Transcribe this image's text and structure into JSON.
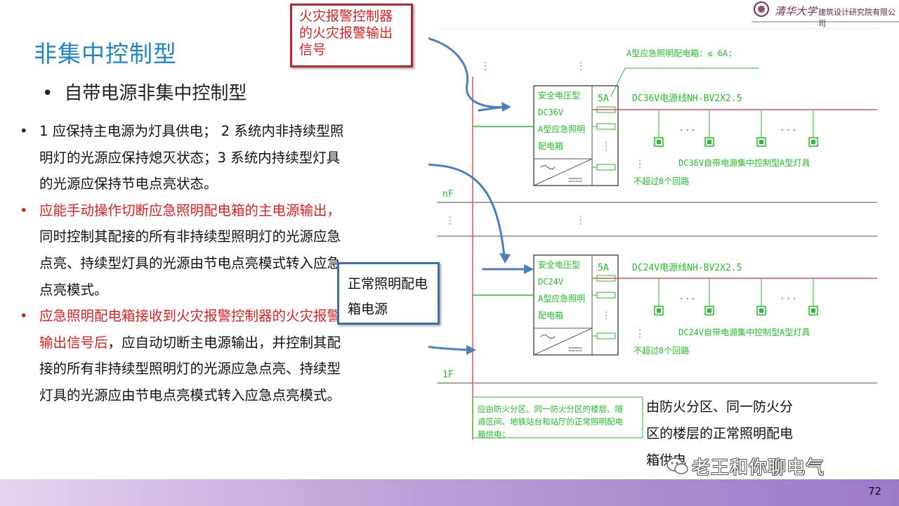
{
  "slide": {
    "title": "非集中控制型",
    "subtitle_bullet": "•",
    "subtitle": "自带电源非集中控制型",
    "page_number": "72"
  },
  "bullets": [
    {
      "marker": "•",
      "color": "black",
      "parts": [
        {
          "text": "1 应保持主电源为灯具供电； 2 系统内非持续型照明灯的光源应保持熄灭状态；3 系统内持续型灯具的光源应保持节电点亮状态。",
          "red": false
        }
      ]
    },
    {
      "marker": "•",
      "color": "red",
      "parts": [
        {
          "text": "应能手动操作切断应急照明配电箱的主电源输出，",
          "red": true
        },
        {
          "text": "同时控制其配接的所有非持续型照明灯的光源应急点亮、持续型灯具的光源由节电点亮模式转入应急点亮模式。",
          "red": false
        }
      ]
    },
    {
      "marker": "•",
      "color": "red",
      "parts": [
        {
          "text": "应急照明配电箱接收到火灾报警控制器的火灾报警输出信号后",
          "red": true
        },
        {
          "text": "，应自动切断主电源输出，并控制其配接的所有非持续型照明灯的光源应急点亮、持续型灯具的光源应由节电点亮模式转入应急点亮模式。",
          "red": false
        }
      ]
    }
  ],
  "callouts": {
    "fire_alarm": "火灾报警控制器的火灾报警输出信号",
    "normal_power": "正常照明配电箱电源",
    "supply_note": "由防火分区、同一防火分区的楼层的正常照明配电箱供电"
  },
  "diagram": {
    "top_note": "A型应急照明配电箱：≤ 6A;",
    "floor_labels": [
      "nF",
      "1F"
    ],
    "boxes": [
      {
        "lines": [
          "安全电压型",
          "DC36V",
          "A型应急照明",
          "配电箱"
        ],
        "breaker": "5A",
        "cable": "DC36V电源线NH-BV2X2.5",
        "lamp_note": "DC36V自带电源集中控制型A型灯具",
        "circuits": "不超过8个回路"
      },
      {
        "lines": [
          "安全电压型",
          "DC24V",
          "A型应急照明",
          "配电箱"
        ],
        "breaker": "5A",
        "cable": "DC24V电源线NH-BV2X2.5",
        "lamp_note": "DC24V自带电源集中控制型A型灯具",
        "circuits": "不超过8个回路"
      }
    ],
    "bottom_note_lines": [
      "应由防火分区、同一防火分区的楼层、隧",
      "道区间、地铁站台和站厅的正常照明配电",
      "箱供电；"
    ],
    "ellipsis": "...",
    "vdots": "⋮"
  },
  "branding": {
    "logo_text": "清华大学",
    "institute": "建筑设计研究院有限公司",
    "watermark": "老王和你聊电气"
  },
  "colors": {
    "title": "#1f86c8",
    "red_text": "#e02020",
    "diagram_green": "#22c02a",
    "diagram_red": "#e0505a",
    "arrow_blue": "#4a7fc0",
    "fire_box_border": "#b8272c",
    "normal_box_border": "#3d6fb0"
  }
}
